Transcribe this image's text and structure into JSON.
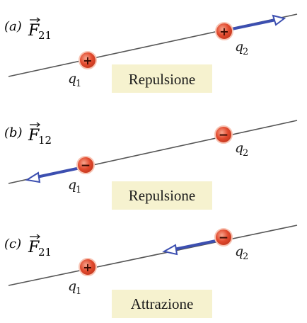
{
  "panels": [
    {
      "id": "a",
      "tag": "(a)",
      "force_symbol": "F",
      "force_subscript": "21",
      "q1_label": "q",
      "q1_sub": "1",
      "q2_label": "q",
      "q2_sub": "2",
      "q1_sign": "+",
      "q2_sign": "+",
      "interaction": "Repulsione"
    },
    {
      "id": "b",
      "tag": "(b)",
      "force_symbol": "F",
      "force_subscript": "12",
      "q1_label": "q",
      "q1_sub": "1",
      "q2_label": "q",
      "q2_sub": "2",
      "q1_sign": "−",
      "q2_sign": "−",
      "interaction": "Repulsione"
    },
    {
      "id": "c",
      "tag": "(c)",
      "force_symbol": "F",
      "force_subscript": "21",
      "q1_label": "q",
      "q1_sub": "1",
      "q2_label": "q",
      "q2_sub": "2",
      "q1_sign": "+",
      "q2_sign": "−",
      "interaction": "Attrazione"
    }
  ],
  "colors": {
    "line": "#555555",
    "arrow": "#3c4fb0",
    "charge": "#e24a2e",
    "charge_rim": "#f7c4b4",
    "label_box": "#f6f2cf"
  }
}
